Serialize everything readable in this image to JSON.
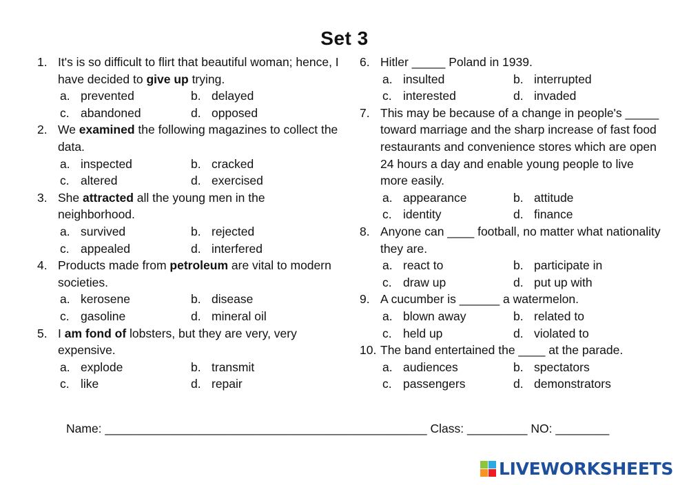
{
  "title": "Set 3",
  "left_questions": [
    {
      "num": "1.",
      "pre": "It's is so difficult to flirt that beautiful woman; hence, I have decided to ",
      "bold": "give up",
      "post": " trying.",
      "options": [
        [
          "a.",
          "prevented"
        ],
        [
          "b.",
          "delayed"
        ],
        [
          "c.",
          "abandoned"
        ],
        [
          "d.",
          "opposed"
        ]
      ]
    },
    {
      "num": "2.",
      "pre": "We ",
      "bold": "examined",
      "post": " the following magazines to collect the data.",
      "options": [
        [
          "a.",
          "inspected"
        ],
        [
          "b.",
          "cracked"
        ],
        [
          "c.",
          "altered"
        ],
        [
          "d.",
          "exercised"
        ]
      ]
    },
    {
      "num": "3.",
      "pre": "She ",
      "bold": "attracted",
      "post": " all the young men in the neighborhood.",
      "options": [
        [
          "a.",
          "survived"
        ],
        [
          "b.",
          "rejected"
        ],
        [
          "c.",
          "appealed"
        ],
        [
          "d.",
          "interfered"
        ]
      ]
    },
    {
      "num": "4.",
      "pre": "Products made from ",
      "bold": "petroleum",
      "post": " are vital to modern societies.",
      "options": [
        [
          "a.",
          "kerosene"
        ],
        [
          "b.",
          "disease"
        ],
        [
          "c.",
          "gasoline"
        ],
        [
          "d.",
          "mineral oil"
        ]
      ]
    },
    {
      "num": "5.",
      "pre": "I ",
      "bold": "am fond of",
      "post": " lobsters, but they are very, very expensive.",
      "options": [
        [
          "a.",
          "explode"
        ],
        [
          "b.",
          "transmit"
        ],
        [
          "c.",
          "like"
        ],
        [
          "d.",
          "repair"
        ]
      ]
    }
  ],
  "right_questions": [
    {
      "num": "6.",
      "pre": "Hitler _____ Poland in 1939.",
      "bold": "",
      "post": "",
      "options": [
        [
          "a.",
          "insulted"
        ],
        [
          "b.",
          "interrupted"
        ],
        [
          "c.",
          "interested"
        ],
        [
          "d.",
          "invaded"
        ]
      ]
    },
    {
      "num": "7.",
      "pre": "This may be because of a change in people's _____ toward marriage and the sharp increase of fast food restaurants and convenience stores which are open 24 hours a day and enable young people to live more easily.",
      "bold": "",
      "post": "",
      "options": [
        [
          "a.",
          "appearance"
        ],
        [
          "b.",
          "attitude"
        ],
        [
          "c.",
          "identity"
        ],
        [
          "d.",
          "finance"
        ]
      ]
    },
    {
      "num": "8.",
      "pre": "Anyone can ____ football, no matter what nationality they are.",
      "bold": "",
      "post": "",
      "options": [
        [
          "a.",
          "react to"
        ],
        [
          "b.",
          "participate in"
        ],
        [
          "c.",
          "draw up"
        ],
        [
          "d.",
          "put up with"
        ]
      ]
    },
    {
      "num": "9.",
      "pre": "A cucumber is ______ a watermelon.",
      "bold": "",
      "post": "",
      "options": [
        [
          "a.",
          "blown away"
        ],
        [
          "b.",
          "related to"
        ],
        [
          "c.",
          "held up"
        ],
        [
          "d.",
          "violated to"
        ]
      ]
    },
    {
      "num": "10.",
      "pre": "The band entertained the ____ at the parade.",
      "bold": "",
      "post": "",
      "options": [
        [
          "a.",
          "audiences"
        ],
        [
          "b.",
          "spectators"
        ],
        [
          "c.",
          "passengers"
        ],
        [
          "d.",
          "demonstrators"
        ]
      ]
    }
  ],
  "footer": {
    "name_label": "Name: ",
    "name_blank": "________________________________________________",
    "class_label": " Class: ",
    "class_blank": "_________",
    "no_label": " NO: ",
    "no_blank": "________"
  },
  "logo": {
    "text": "LIVEWORKSHEETS",
    "colors": [
      "#8cc63f",
      "#29abe2",
      "#f7931e",
      "#ed1c24"
    ],
    "text_color": "#1d4f9c"
  }
}
